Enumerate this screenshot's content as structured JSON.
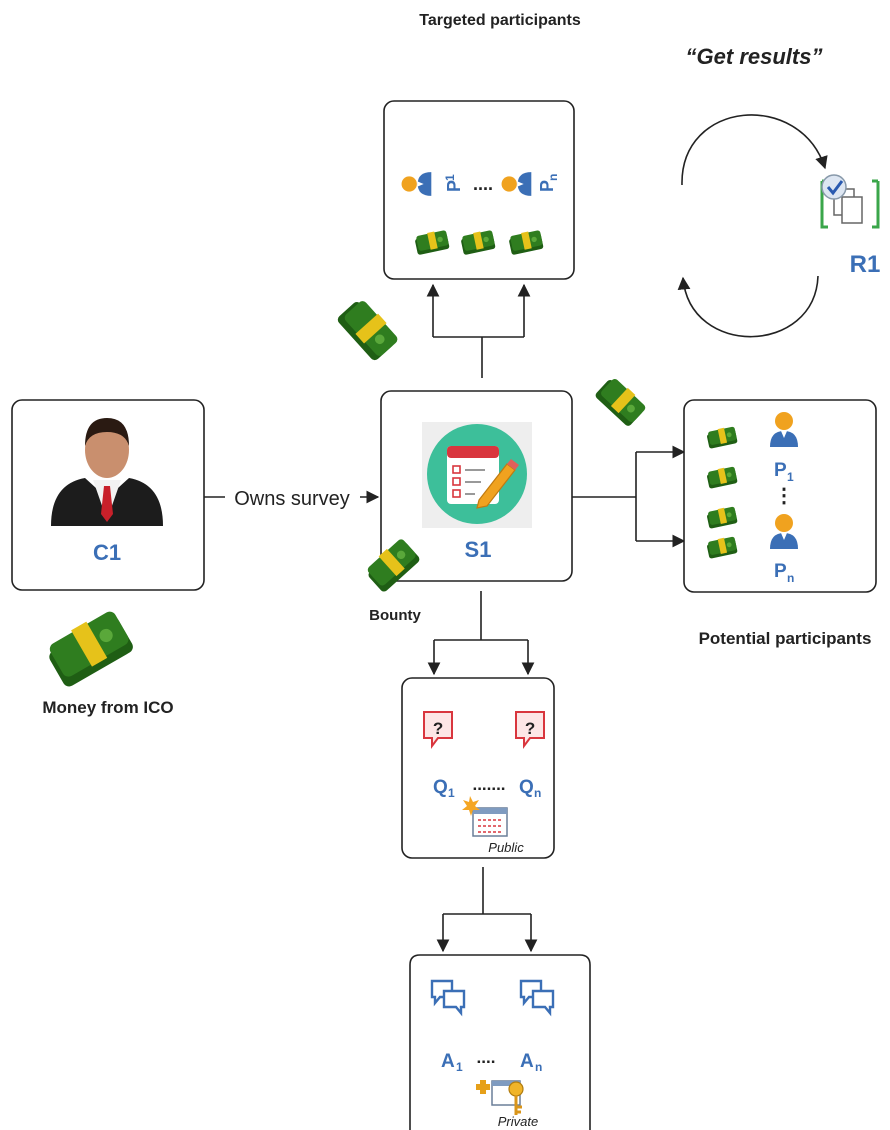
{
  "labels": {
    "targeted_participants": "Targeted participants",
    "get_results": "“Get results”",
    "results_id": "R1",
    "client_id": "C1",
    "survey_id": "S1",
    "owns_survey": "Owns survey",
    "bounty": "Bounty",
    "money_from_ico": "Money from ICO",
    "potential_participants": "Potential participants",
    "public": "Public",
    "private": "Private",
    "ellipsis_h": "....",
    "ellipsis_q": ".......",
    "ellipsis_v": "⋮"
  },
  "participants": {
    "letter": "P",
    "first_index": "1",
    "last_index": "n"
  },
  "questions": {
    "letter": "Q",
    "first_index": "1",
    "last_index": "n",
    "mark": "?"
  },
  "answers": {
    "letter": "A",
    "first_index": "1",
    "last_index": "n"
  },
  "colors": {
    "accent_blue": "#3b6fb6",
    "money_green": "#2f7d1f",
    "money_band": "#e6c21a",
    "question_red": "#d9363e",
    "survey_circle": "#3dbf9a",
    "results_bracket": "#3aa64a"
  },
  "icons": {
    "client": "businessman-icon",
    "survey": "survey-clipboard-icon",
    "money": "money-stack-icon",
    "participant": "user-icon",
    "question": "question-bubble-icon",
    "answer": "chat-bubbles-icon",
    "results": "documents-check-icon",
    "public": "public-form-icon",
    "private": "private-key-form-icon"
  }
}
